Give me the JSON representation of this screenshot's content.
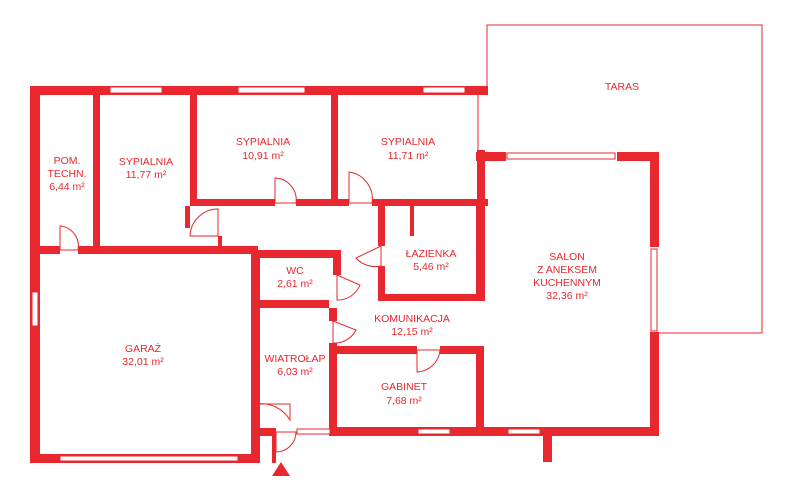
{
  "plan": {
    "accent_color": "#e8272e",
    "rooms": [
      {
        "id": "taras",
        "name": "TARAS",
        "area": ""
      },
      {
        "id": "pom-techn",
        "name_line1": "POM.",
        "name_line2": "TECHN.",
        "area": "6,44 m²"
      },
      {
        "id": "sypialnia-1",
        "name": "SYPIALNIA",
        "area": "11,77 m²"
      },
      {
        "id": "sypialnia-2",
        "name": "SYPIALNIA",
        "area": "10,91 m²"
      },
      {
        "id": "sypialnia-3",
        "name": "SYPIALNIA",
        "area": "11,71 m²"
      },
      {
        "id": "lazienka",
        "name": "ŁAZIENKA",
        "area": "5,46 m²"
      },
      {
        "id": "salon",
        "name_line1": "SALON",
        "name_line2": "Z ANEKSEM",
        "name_line3": "KUCHENNYM",
        "area": "32,36 m²"
      },
      {
        "id": "wc",
        "name": "WC",
        "area": "2,61 m²"
      },
      {
        "id": "komunikacja",
        "name": "KOMUNIKACJA",
        "area": "12,15 m²"
      },
      {
        "id": "garaz",
        "name": "GARAŻ",
        "area": "32,01 m²"
      },
      {
        "id": "wiatrolap",
        "name": "WIATROŁAP",
        "area": "6,03 m²"
      },
      {
        "id": "gabinet",
        "name": "GABINET",
        "area": "7,68 m²"
      }
    ]
  }
}
